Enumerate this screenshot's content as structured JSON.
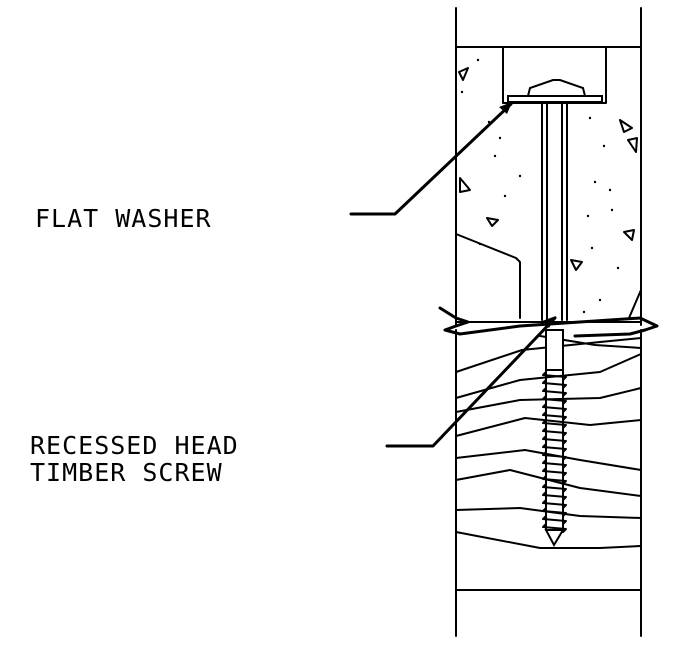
{
  "labels": {
    "flat_washer": "FLAT WASHER",
    "screw_line1": "RECESSED HEAD",
    "screw_line2": "TIMBER SCREW"
  },
  "colors": {
    "line": "#000000",
    "background": "#ffffff"
  }
}
